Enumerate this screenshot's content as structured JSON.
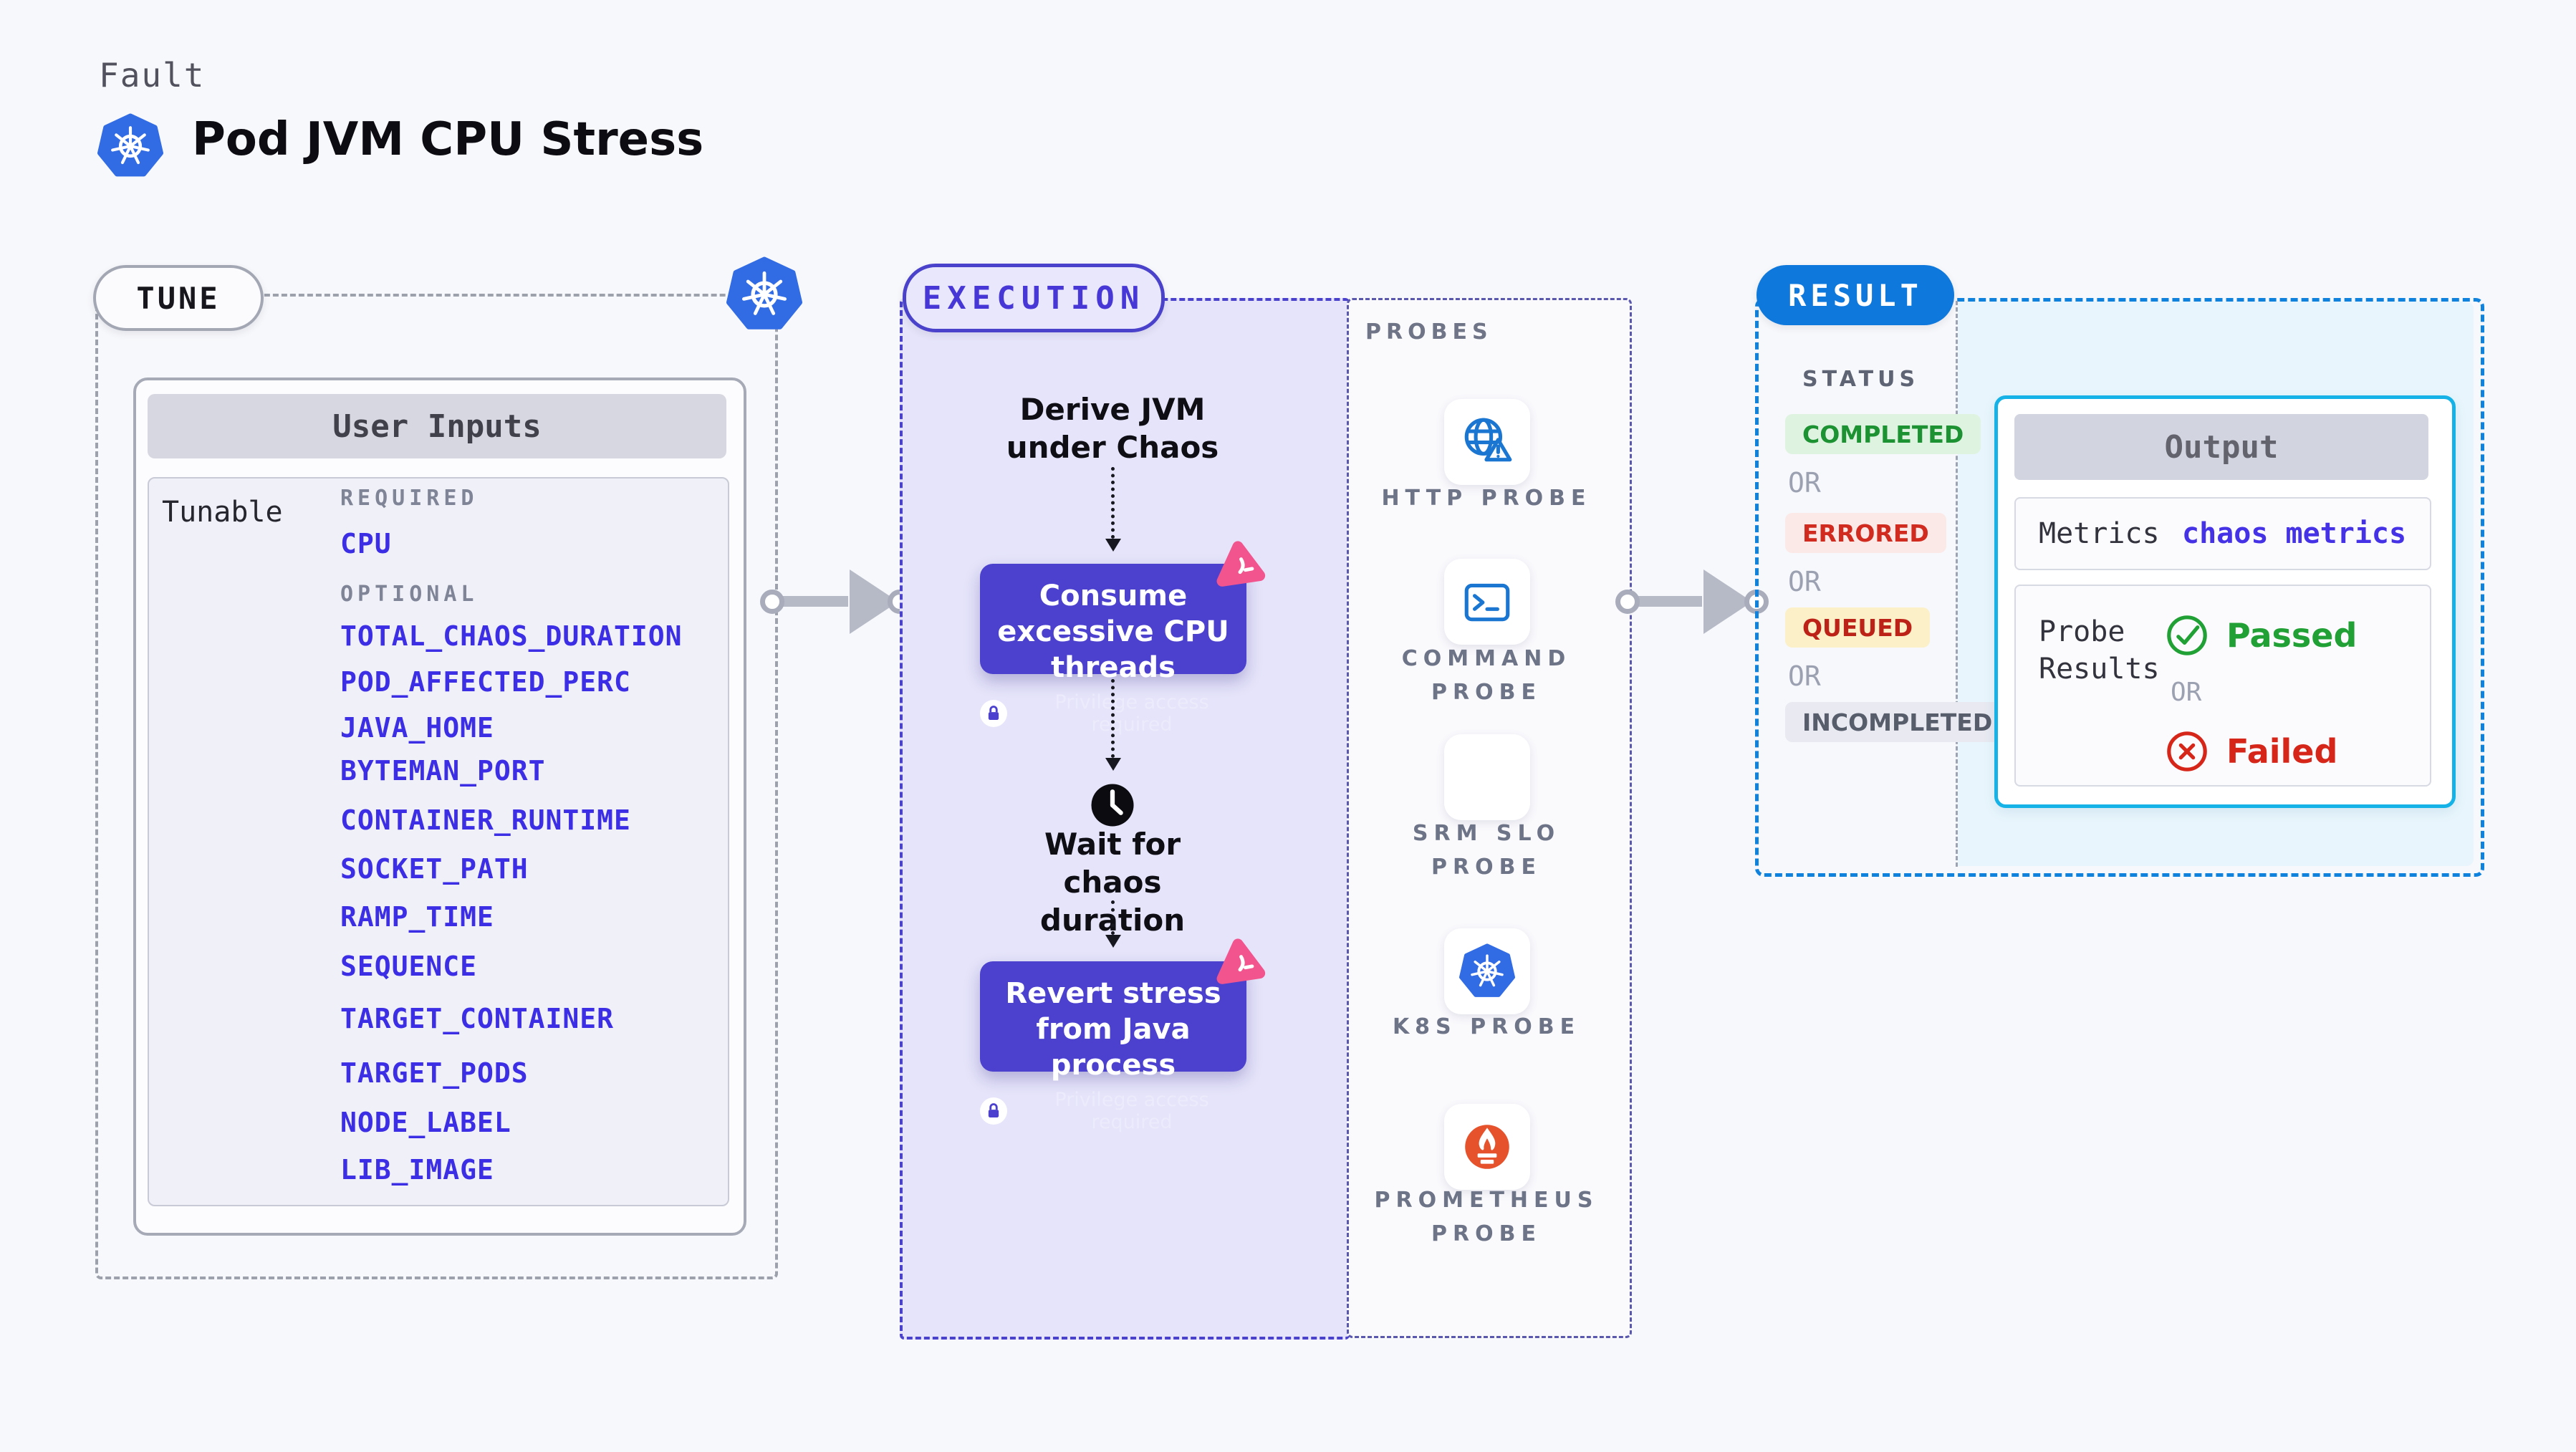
{
  "header": {
    "category_label": "Fault",
    "title": "Pod JVM CPU Stress",
    "logo_icon": "kubernetes-icon"
  },
  "tune": {
    "badge": "TUNE",
    "panel_title": "User Inputs",
    "row_label": "Tunable",
    "required_heading": "REQUIRED",
    "required_params": [
      "CPU"
    ],
    "optional_heading": "OPTIONAL",
    "optional_params": [
      "TOTAL_CHAOS_DURATION",
      "POD_AFFECTED_PERC",
      "JAVA_HOME",
      "BYTEMAN_PORT",
      "CONTAINER_RUNTIME",
      "SOCKET_PATH",
      "RAMP_TIME",
      "SEQUENCE",
      "TARGET_CONTAINER",
      "TARGET_PODS",
      "NODE_LABEL",
      "LIB_IMAGE"
    ]
  },
  "execution": {
    "badge": "EXECUTION",
    "step_derive": "Derive JVM under Chaos",
    "step_consume": "Consume excessive CPU threads",
    "step_wait": "Wait for chaos duration",
    "step_revert": "Revert stress from Java process",
    "privilege_note": "Privilege access required"
  },
  "probes": {
    "heading": "PROBES",
    "items": [
      {
        "label": "HTTP PROBE",
        "icon": "globe-warning-icon"
      },
      {
        "label": "COMMAND PROBE",
        "icon": "terminal-icon"
      },
      {
        "label": "SRM SLO PROBE",
        "icon": "slo-gauge-icon"
      },
      {
        "label": "K8S PROBE",
        "icon": "kubernetes-icon"
      },
      {
        "label": "PROMETHEUS PROBE",
        "icon": "prometheus-icon"
      }
    ]
  },
  "result": {
    "badge": "RESULT",
    "status_heading": "STATUS",
    "or_label": "OR",
    "statuses": [
      {
        "label": "COMPLETED",
        "color": "#1D9232",
        "bg": "#DFF3E1"
      },
      {
        "label": "ERRORED",
        "color": "#D02B1E",
        "bg": "#FBE9E7"
      },
      {
        "label": "QUEUED",
        "color": "#BC2217",
        "bg": "#FCF0C8"
      },
      {
        "label": "INCOMPLETED",
        "color": "#575D6B",
        "bg": "#E8E9F1"
      }
    ],
    "output": {
      "title": "Output",
      "metrics_label": "Metrics",
      "metrics_value": "chaos metrics",
      "probe_results_label": "Probe Results",
      "passed_label": "Passed",
      "or_label": "OR",
      "failed_label": "Failed"
    }
  },
  "colors": {
    "page_bg": "#F7F8FB",
    "accent_indigo": "#4B42CC",
    "execution_bg": "#E5E4FA",
    "param_text": "#3C2EE4",
    "result_blue": "#0E78DC",
    "result_border": "#0F82DE",
    "output_border": "#14B2E6",
    "output_area_bg": "#E8F5FC",
    "passed_green": "#21A035",
    "failed_red": "#D6261A",
    "litmus_pink": "#F2558E",
    "kubernetes_blue": "#326CE5",
    "prometheus_orange": "#E5522C",
    "probe_icon_blue": "#1B76D2"
  }
}
